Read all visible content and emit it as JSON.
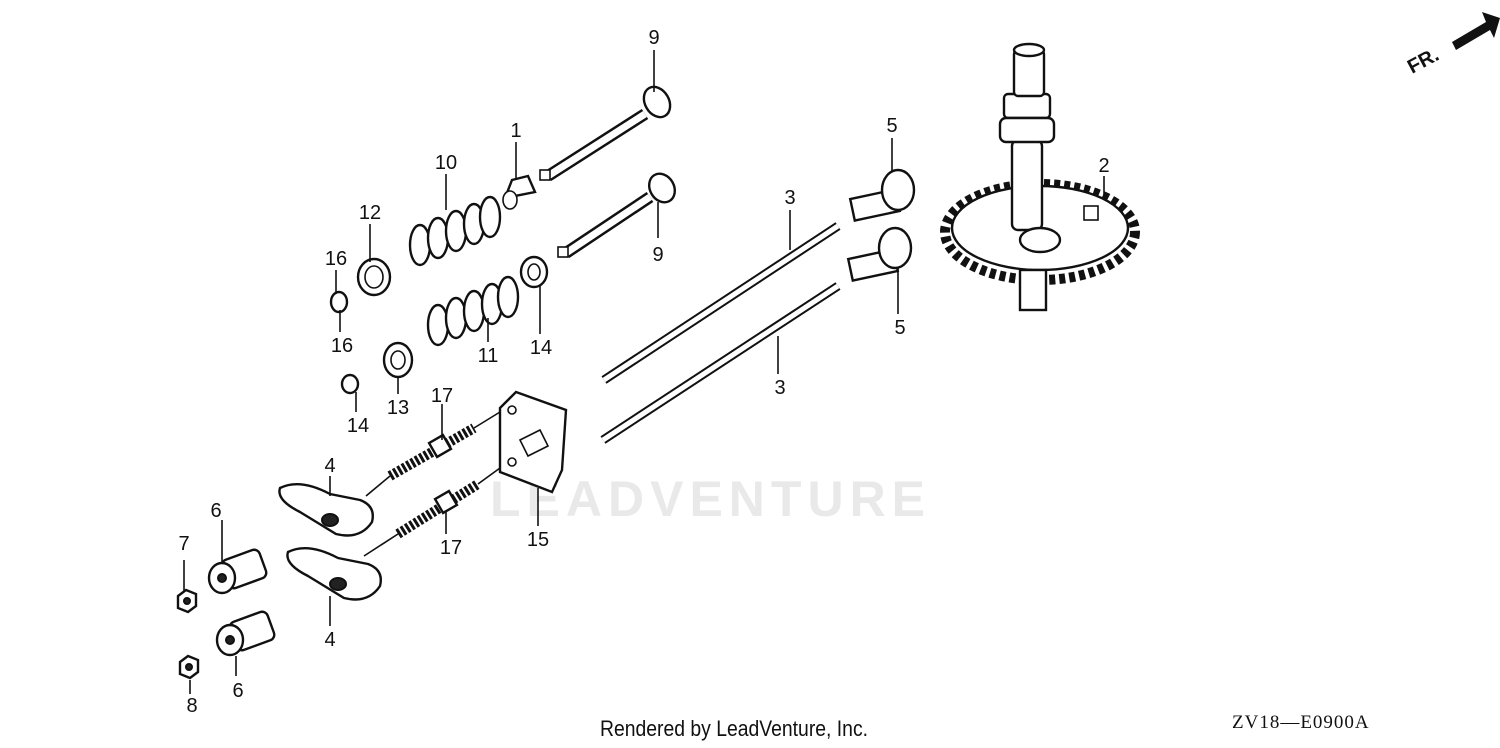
{
  "direction_arrow": {
    "label": "FR.",
    "icon": "front-arrow-icon"
  },
  "watermark_text": "LEADVENTURE",
  "footer": {
    "credit": "Rendered by LeadVenture, Inc.",
    "diagram_code": "ZV18—E0900A"
  },
  "callouts": [
    {
      "id": "c1",
      "text": "1"
    },
    {
      "id": "c2",
      "text": "2"
    },
    {
      "id": "c3a",
      "text": "3"
    },
    {
      "id": "c3b",
      "text": "3"
    },
    {
      "id": "c4a",
      "text": "4"
    },
    {
      "id": "c4b",
      "text": "4"
    },
    {
      "id": "c5a",
      "text": "5"
    },
    {
      "id": "c5b",
      "text": "5"
    },
    {
      "id": "c6a",
      "text": "6"
    },
    {
      "id": "c6b",
      "text": "6"
    },
    {
      "id": "c7",
      "text": "7"
    },
    {
      "id": "c8",
      "text": "8"
    },
    {
      "id": "c9a",
      "text": "9"
    },
    {
      "id": "c9b",
      "text": "9"
    },
    {
      "id": "c10",
      "text": "10"
    },
    {
      "id": "c11",
      "text": "11"
    },
    {
      "id": "c12",
      "text": "12"
    },
    {
      "id": "c13",
      "text": "13"
    },
    {
      "id": "c14a",
      "text": "14"
    },
    {
      "id": "c14b",
      "text": "14"
    },
    {
      "id": "c15",
      "text": "15"
    },
    {
      "id": "c16a",
      "text": "16"
    },
    {
      "id": "c16b",
      "text": "16"
    },
    {
      "id": "c17a",
      "text": "17"
    },
    {
      "id": "c17b",
      "text": "17"
    }
  ]
}
